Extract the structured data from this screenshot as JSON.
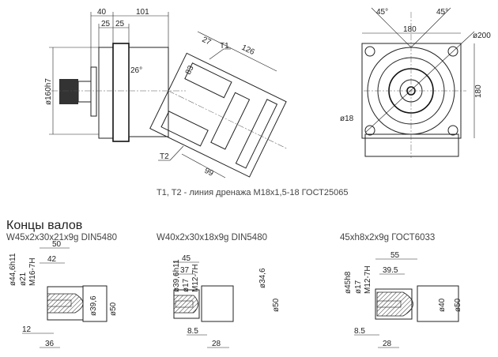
{
  "main_view": {
    "dims": {
      "d40": "40",
      "d101": "101",
      "d25a": "25",
      "d25b": "25",
      "d160": "ø160h7",
      "angle": "26°",
      "d27": "27",
      "d83": "83",
      "d126": "126",
      "d99": "99"
    },
    "ports": {
      "t1": "T1",
      "t2": "T2"
    }
  },
  "end_view": {
    "dims": {
      "a45l": "45°",
      "a45r": "45°",
      "w180": "180",
      "h180": "180",
      "d200": "ø200",
      "d18": "ø18"
    }
  },
  "caption": "T1, T2 - линия дренажа  M18x1,5-18 ГОСТ25065",
  "shaft_ends": {
    "title": "Концы валов",
    "items": [
      {
        "name": "W45x2x30x21x9g DIN5480",
        "len": "50",
        "len2": "42",
        "d_out": "ø44,6h11",
        "d_in": "ø21",
        "thread": "M16-7H",
        "d_shaft": "ø39,6",
        "d_body": "ø50",
        "b1": "12",
        "b2": "36"
      },
      {
        "name": "W40x2x30x18x9g DIN5480",
        "len": "45",
        "len2": "37",
        "d_out": "ø39,6h11",
        "d_in": "ø17",
        "thread": "M12-7H",
        "d_shaft": "ø34,6",
        "d_body": "ø50",
        "b1": "8.5",
        "b2": "28"
      },
      {
        "name": "45xh8x2x9g ГОСТ6033",
        "len": "55",
        "len2": "39.5",
        "d_out": "ø45h8",
        "d_in": "ø17",
        "thread": "M12-7H",
        "d_shaft": "ø40",
        "d_body": "ø50",
        "b1": "8.5",
        "b2": "28"
      }
    ]
  }
}
